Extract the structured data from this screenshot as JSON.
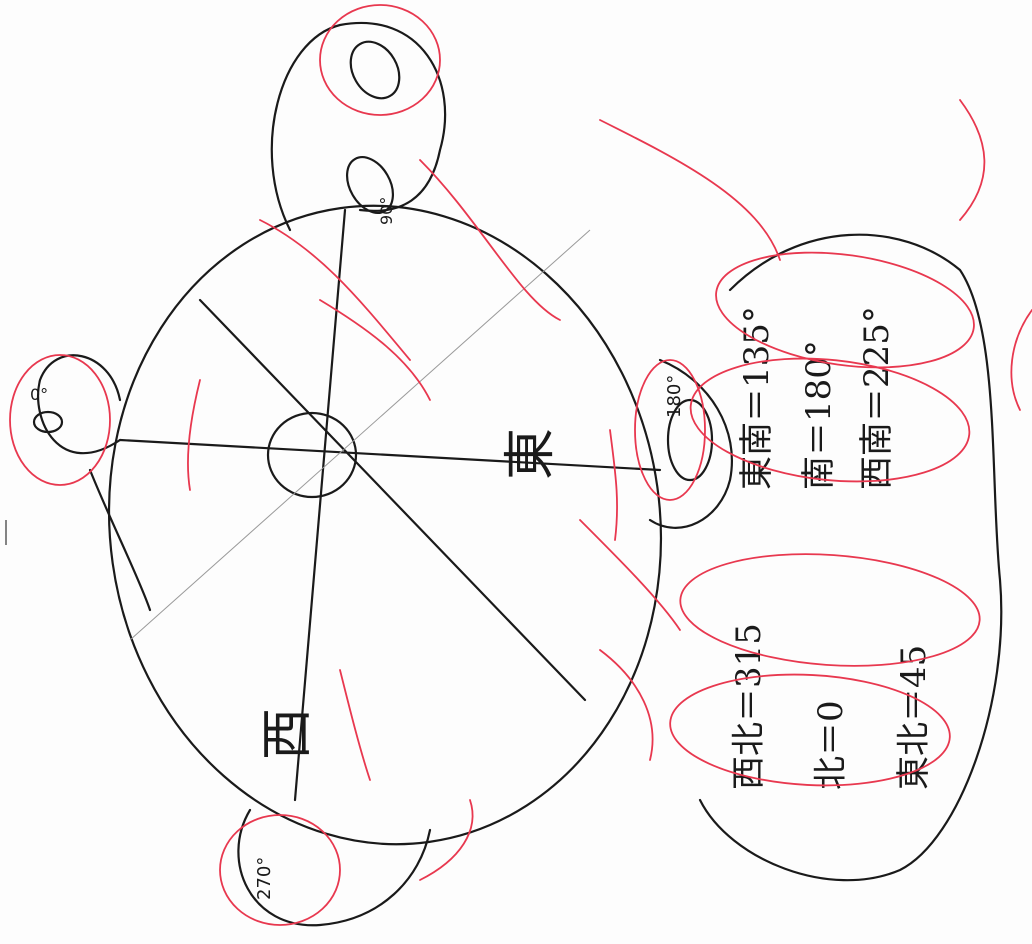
{
  "diagram": {
    "compass": {
      "east_label": "東",
      "west_label": "西",
      "marks": [
        "0°",
        "90°",
        "180°",
        "270°"
      ]
    },
    "notes_upper": [
      "東南＝135°",
      "南＝180°",
      "西南＝225°"
    ],
    "notes_lower": [
      "西北＝315",
      "北＝0",
      "東北＝45"
    ]
  }
}
